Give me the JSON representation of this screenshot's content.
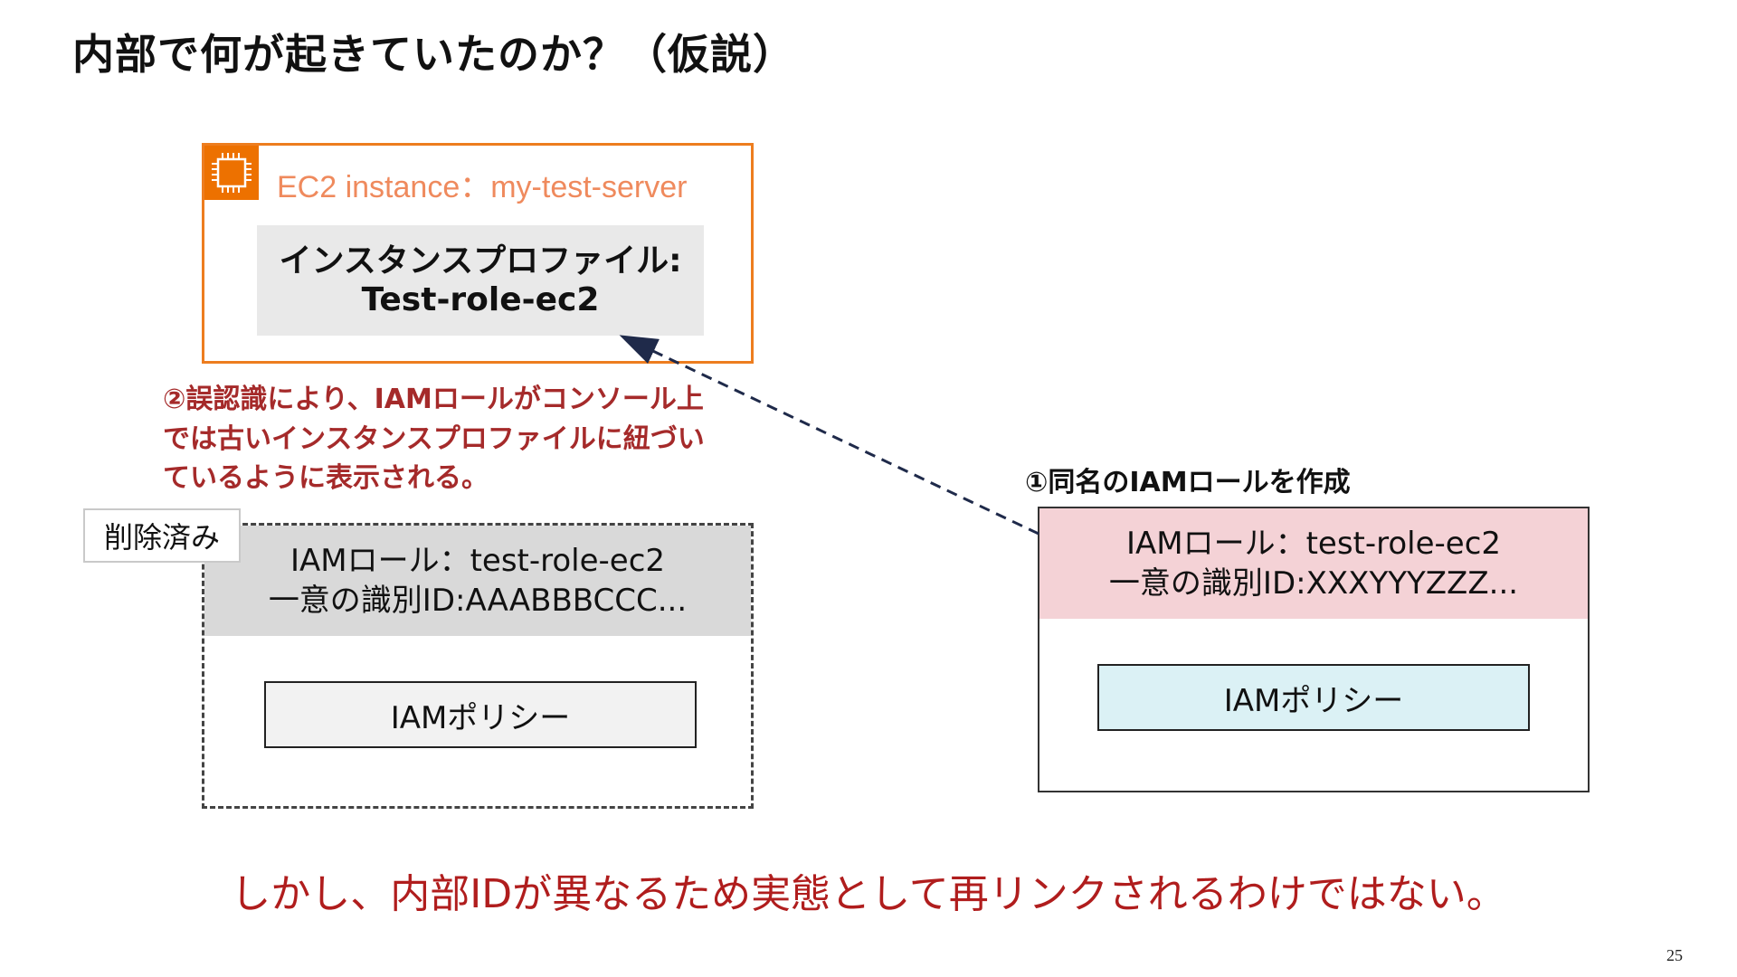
{
  "title": "内部で何が起きていたのか？（仮説）",
  "ec2": {
    "icon": "ec2-chip-icon",
    "label": "EC2 instance：my-test-server",
    "profile_line1": "インスタンスプロファイル:",
    "profile_line2": "Test-role-ec2",
    "accent_color": "#ed7100"
  },
  "note_left": "②誤認識により、IAMロールがコンソール上では古いインスタンスプロファイルに紐づいているように表示される。",
  "deleted_tag": "削除済み",
  "old_role": {
    "line1": "IAMロール：test-role-ec2",
    "line2": "一意の識別ID:AAABBBCCC...",
    "policy": "IAMポリシー"
  },
  "step1": "①同名のIAMロールを作成",
  "new_role": {
    "line1": "IAMロール：test-role-ec2",
    "line2": "一意の識別ID:XXXYYYZZZ...",
    "policy": "IAMポリシー"
  },
  "conclusion": "しかし、内部IDが異なるため実態として再リンクされるわけではない。",
  "page_number": "25"
}
